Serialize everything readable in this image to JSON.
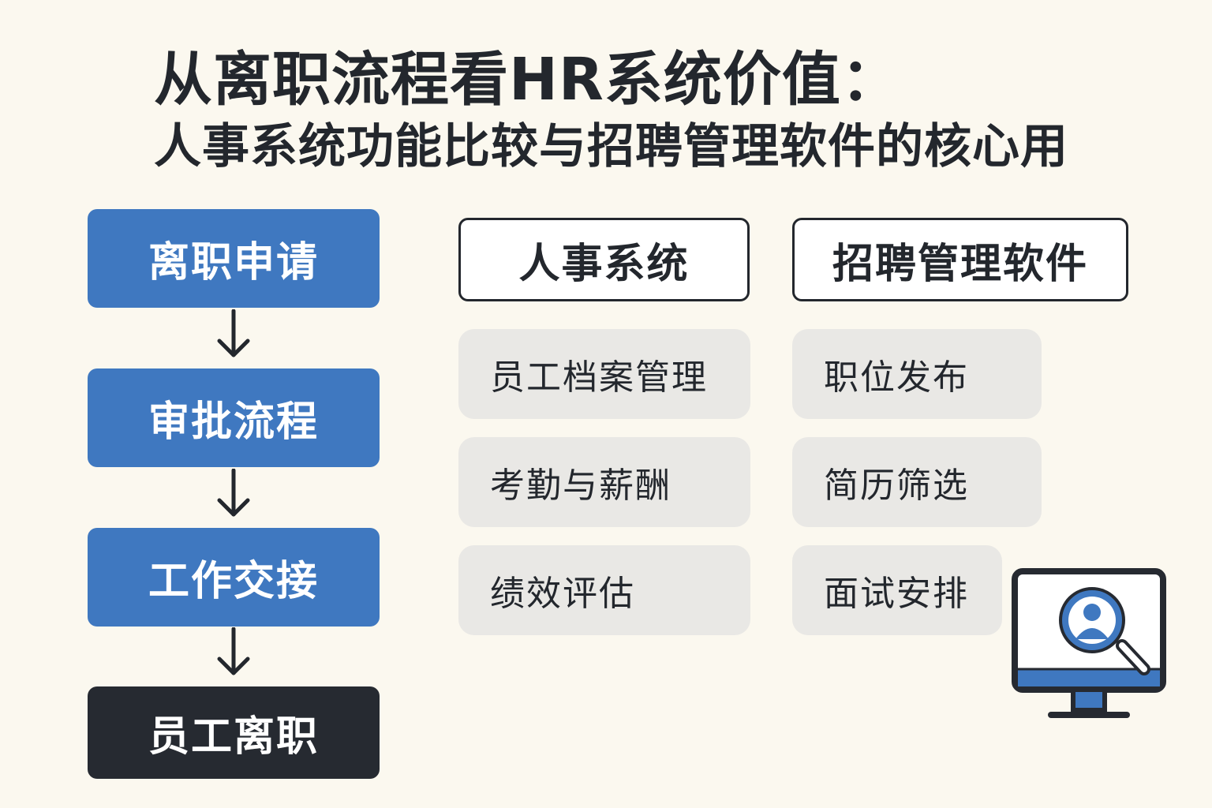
{
  "title": {
    "line1": "从离职流程看HR系统价值：",
    "line2": "人事系统功能比较与招聘管理软件的核心用"
  },
  "flow": [
    {
      "label": "离职申请"
    },
    {
      "label": "审批流程"
    },
    {
      "label": "工作交接"
    },
    {
      "label": "员工离职"
    }
  ],
  "columns": {
    "hr_system": {
      "header": "人事系统",
      "items": [
        "员工档案管理",
        "考勤与薪酬",
        "绩效评估"
      ]
    },
    "recruiting": {
      "header": "招聘管理软件",
      "items": [
        "职位发布",
        "简历筛选",
        "面试安排"
      ]
    }
  },
  "icons": {
    "arrow": "arrow-down-icon",
    "monitor": "monitor-search-person-icon"
  },
  "colors": {
    "background": "#fbf8ef",
    "primary_blue": "#3f78c0",
    "dark": "#262a31",
    "item_gray": "#e9e8e5"
  }
}
